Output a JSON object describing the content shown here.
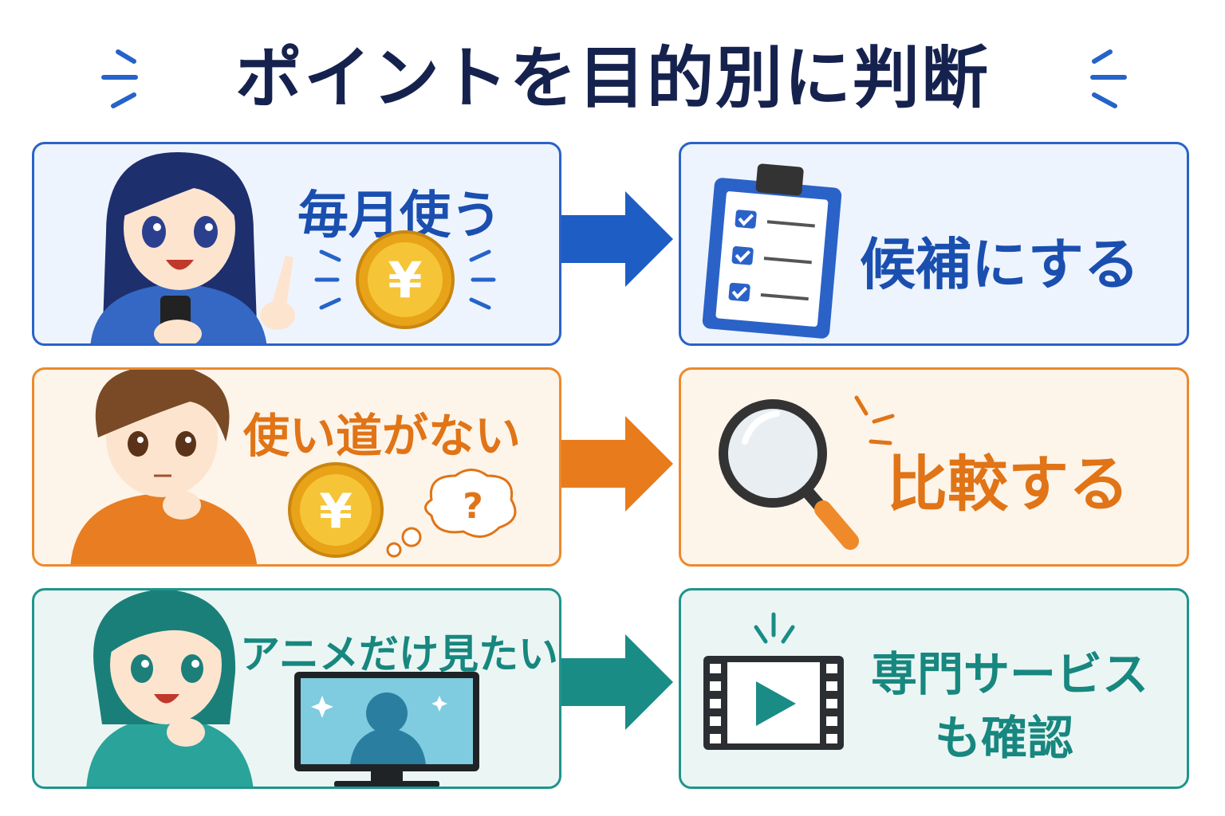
{
  "title": "ポイントを目的別に判断",
  "rows": [
    {
      "condition": "毎月使う",
      "action": "候補にする",
      "color": "#2a62c8",
      "condition_icon": "yen-coin-icon",
      "action_icon": "checklist-clipboard-icon"
    },
    {
      "condition": "使い道がない",
      "action": "比較する",
      "color": "#ec8a2c",
      "condition_icon": "yen-coin-question-icon",
      "action_icon": "magnifying-glass-icon"
    },
    {
      "condition": "アニメだけ見たい",
      "action_line1": "専門サービス",
      "action_line2": "も確認",
      "color": "#1f948d",
      "condition_icon": "tv-screen-icon",
      "action_icon": "video-play-icon"
    }
  ],
  "coin_symbol": "¥",
  "thought_symbol": "?"
}
